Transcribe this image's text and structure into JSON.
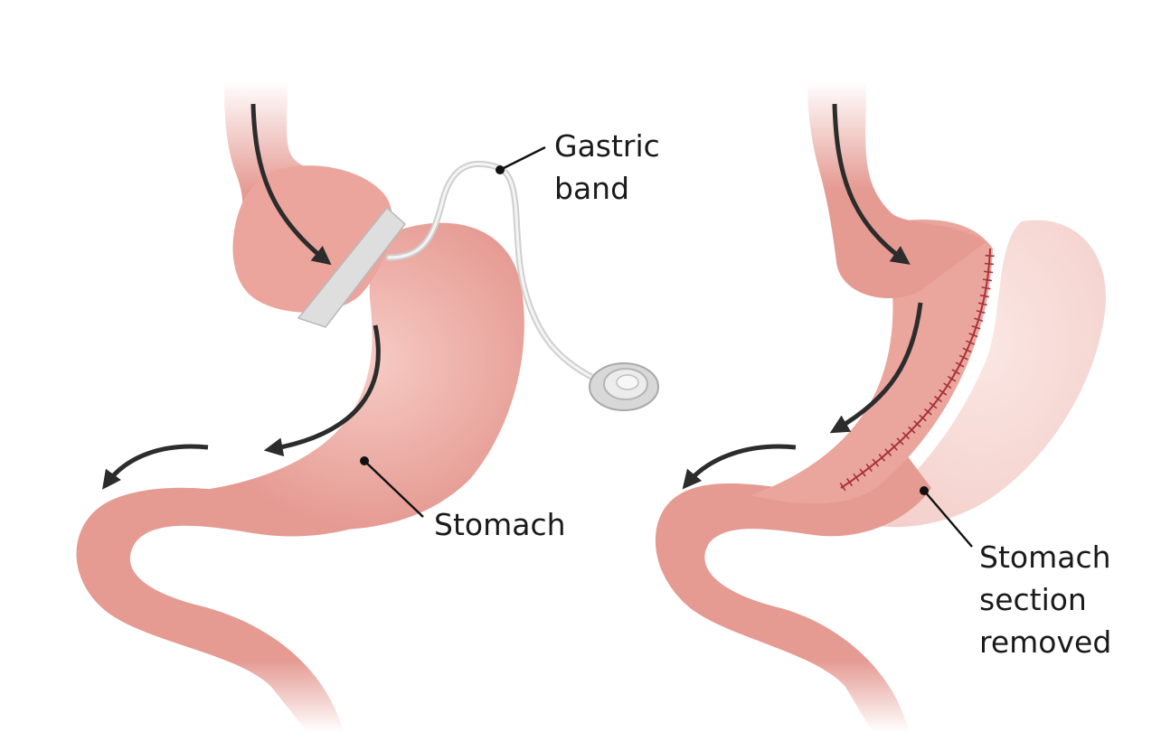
{
  "diagram": {
    "left_panel": {
      "labels": {
        "band_line1": "Gastric",
        "band_line2": "band",
        "stomach": "Stomach"
      }
    },
    "right_panel": {
      "labels": {
        "removed_line1": "Stomach",
        "removed_line2": "section",
        "removed_line3": "removed"
      }
    }
  },
  "colors": {
    "tissue": "#e59a92",
    "tissue_dark": "#d9847c",
    "tissue_light": "#f2bdb5",
    "removed_tissue": "#f6d6d2",
    "band": "#dedede",
    "arrow": "#2c2c2c",
    "staple": "#a8323a"
  }
}
